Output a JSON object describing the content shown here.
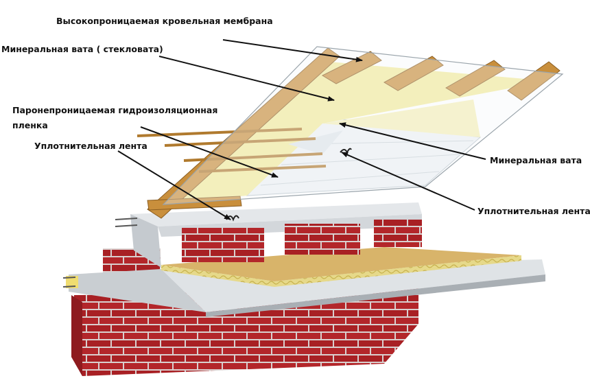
{
  "labels": {
    "membrane": "Высокопроницаемая кровельная мембрана",
    "mineral_wool_left": "Минеральная вата ( стекловата)",
    "vapor_film": "Паронепроницаемая гидроизоляционная пленка",
    "sealing_tape_left": "Уплотнительная лента",
    "mineral_wool_right": "Минеральная вата",
    "sealing_tape_right": "Уплотнительная лента"
  },
  "colors": {
    "brick": "#b3262a",
    "mortar": "#d9d0cf",
    "concrete": "#d6dadd",
    "timber": "#c98f3c",
    "insulation": "#f3ec9c",
    "film": "#eef2f5",
    "osb": "#d8b46a",
    "arrow": "#111111"
  }
}
